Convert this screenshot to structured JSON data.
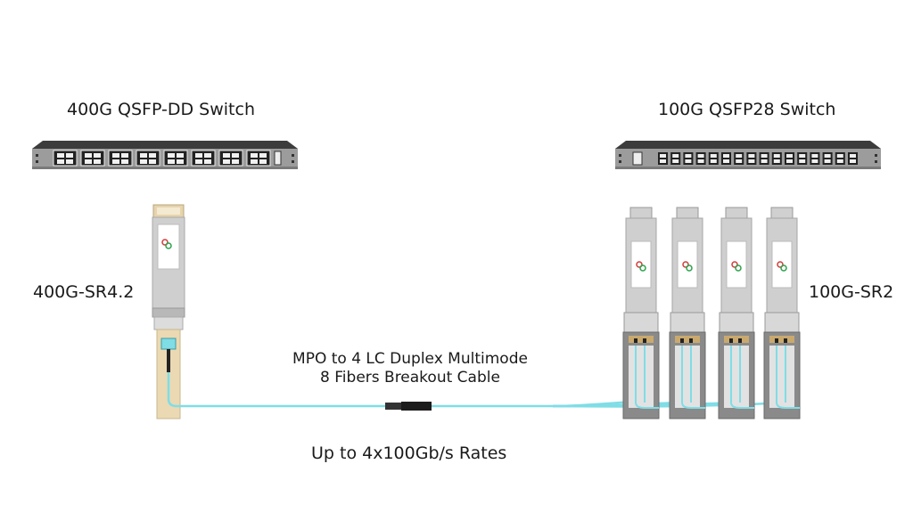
{
  "left": {
    "switch_label": "400G QSFP-DD Switch",
    "module_label": "400G-SR4.2"
  },
  "right": {
    "switch_label": "100G QSFP28 Switch",
    "module_label": "100G-SR2"
  },
  "cable": {
    "line1": "MPO to 4 LC Duplex Multimode",
    "line2": "8 Fibers Breakout Cable"
  },
  "rates": "Up to 4x100Gb/s Rates",
  "colors": {
    "fiber": "#7fdde6",
    "switch_body": "#3a3a3a",
    "switch_front": "#9a9a9a",
    "module_silver": "#c9c9c9",
    "pull_tab_left": "#e8d6b0",
    "pull_tab_right": "#7a7a7a"
  }
}
